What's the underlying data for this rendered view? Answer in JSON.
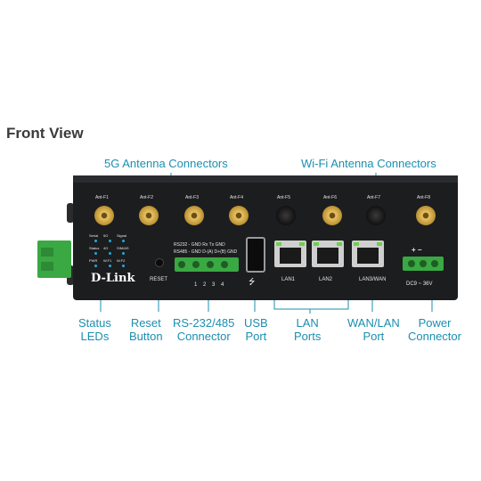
{
  "heading": "Front View",
  "callouts": {
    "antenna_5g": "5G Antenna Connectors",
    "antenna_wifi": "Wi-Fi Antenna Connectors",
    "status_leds": [
      "Status",
      "LEDs"
    ],
    "reset": [
      "Reset",
      "Button"
    ],
    "rs232": [
      "RS-232/485",
      "Connector"
    ],
    "usb": [
      "USB",
      "Port"
    ],
    "lan": [
      "LAN",
      "Ports"
    ],
    "wanlan": [
      "WAN/LAN",
      "Port"
    ],
    "power": [
      "Power",
      "Connector"
    ]
  },
  "device": {
    "brand": "D-Link",
    "antenna_labels": [
      "Ant-F1",
      "Ant-F2",
      "Ant-F3",
      "Ant-F4",
      "Ant-F5",
      "Ant-F6",
      "Ant-F7",
      "Ant-F8"
    ],
    "led_labels": [
      [
        "Serial",
        "5G",
        "Signal"
      ],
      [
        "Status",
        "4G",
        "SIM/AS"
      ],
      [
        "PWR",
        "W.F1",
        "W.F2"
      ]
    ],
    "reset_label": "RESET",
    "serial_row1": "RS232 - GND  Rx     Tx    GND",
    "serial_row2": "RS485 - GND  D-(A)  D+(B) GND",
    "serial_pins": [
      "1",
      "2",
      "3",
      "4"
    ],
    "usb_symbol": "⭍",
    "port_labels": [
      "LAN1",
      "LAN2",
      "LAN3/WAN"
    ],
    "power_polarity": "+  −",
    "power_label": "DC9 ~ 36V"
  },
  "colors": {
    "accent": "#1a8fb0",
    "chassis": "#1c1d1f",
    "terminal": "#3aa843",
    "led": "#29a6d8"
  }
}
